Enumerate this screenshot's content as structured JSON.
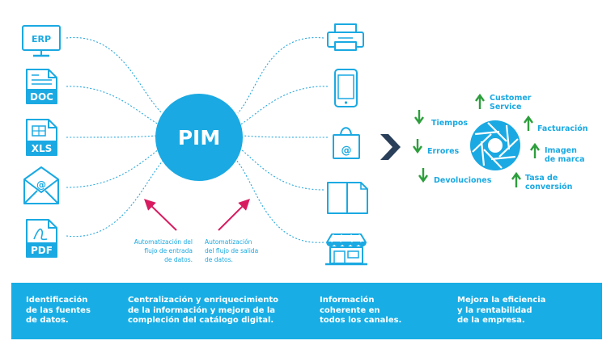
{
  "hub": {
    "label": "PIM"
  },
  "sources": [
    {
      "label": "ERP",
      "icon": "monitor-icon"
    },
    {
      "label": "DOC",
      "icon": "doc-file-icon"
    },
    {
      "label": "XLS",
      "icon": "xls-file-icon"
    },
    {
      "label": "@",
      "icon": "email-envelope-icon"
    },
    {
      "label": "PDF",
      "icon": "pdf-file-icon"
    }
  ],
  "channels": [
    {
      "icon": "printer-icon"
    },
    {
      "icon": "smartphone-icon"
    },
    {
      "label": "@",
      "icon": "shopping-bag-icon"
    },
    {
      "icon": "catalog-pages-icon"
    },
    {
      "icon": "storefront-icon"
    }
  ],
  "automation": {
    "inbound": "Automatización del\nflujo de entrada\nde datos.",
    "outbound": "Automatización\ndel flujo de salida\nde datos."
  },
  "metrics": {
    "down": [
      {
        "label": "Tiempos"
      },
      {
        "label": "Errores"
      },
      {
        "label": "Devoluciones"
      }
    ],
    "up": [
      {
        "label": "Customer\nService"
      },
      {
        "label": "Facturación"
      },
      {
        "label": "Imagen\nde marca"
      },
      {
        "label": "Tasa de\nconversión"
      }
    ]
  },
  "band": [
    "Identificación\nde las fuentes\nde datos.",
    "Centralización y enriquecimiento\nde la información y mejora de la\ncompleción del catálogo digital.",
    "Información\ncoherente en\ntodos los canales.",
    "Mejora la eficiencia\ny la rentabilidad\nde la empresa."
  ],
  "colors": {
    "accent": "#1aa9e2",
    "band": "#18aee5",
    "down_arrow": "#2d9e3c",
    "up_arrow": "#2d9e3c",
    "pointer": "#d81b60",
    "chevron": "#2a3f5a"
  }
}
